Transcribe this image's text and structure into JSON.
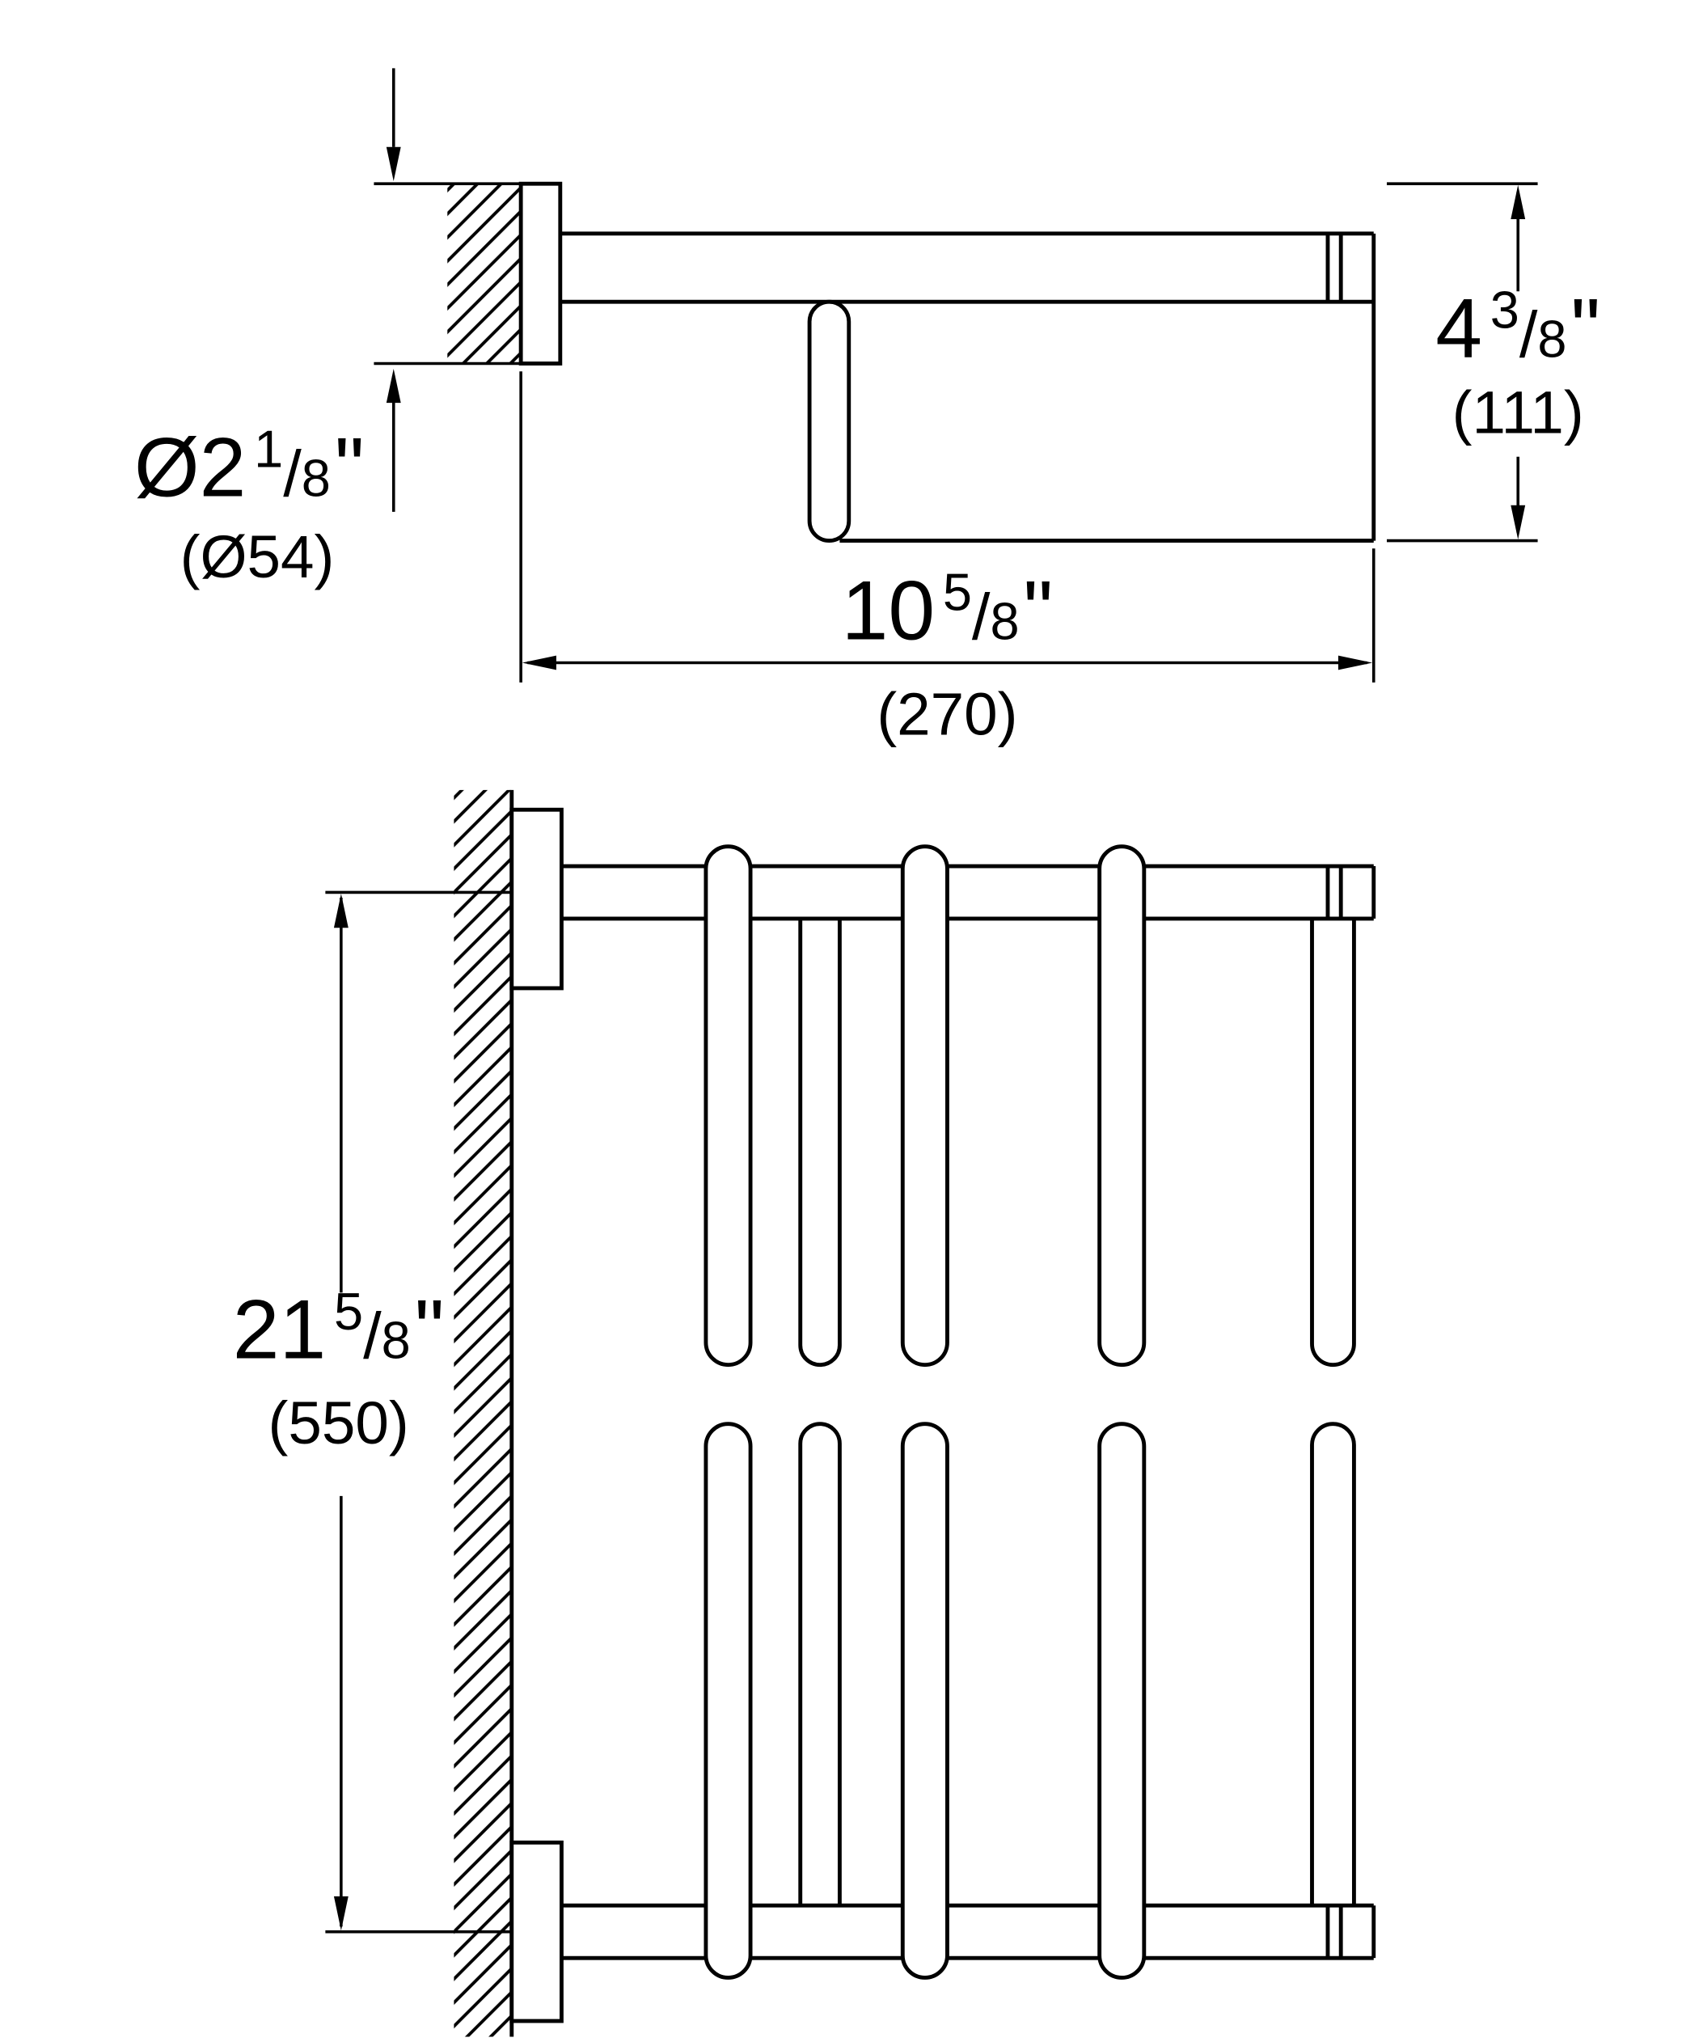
{
  "glyphs": {
    "slash": "/"
  },
  "colors": {
    "line": "#000000",
    "background": "#ffffff"
  },
  "dimensions": {
    "diameter": {
      "whole": "Ø2",
      "num": "1",
      "den": "8",
      "unit": "\"",
      "metric": "(Ø54)"
    },
    "height": {
      "whole": "4",
      "num": "3",
      "den": "8",
      "unit": "\"",
      "metric": "(111)"
    },
    "depth": {
      "whole": "10",
      "num": "5",
      "den": "8",
      "unit": "\"",
      "metric": "(270)"
    },
    "length": {
      "whole": "21",
      "num": "5",
      "den": "8",
      "unit": "\"",
      "metric": "(550)"
    }
  }
}
